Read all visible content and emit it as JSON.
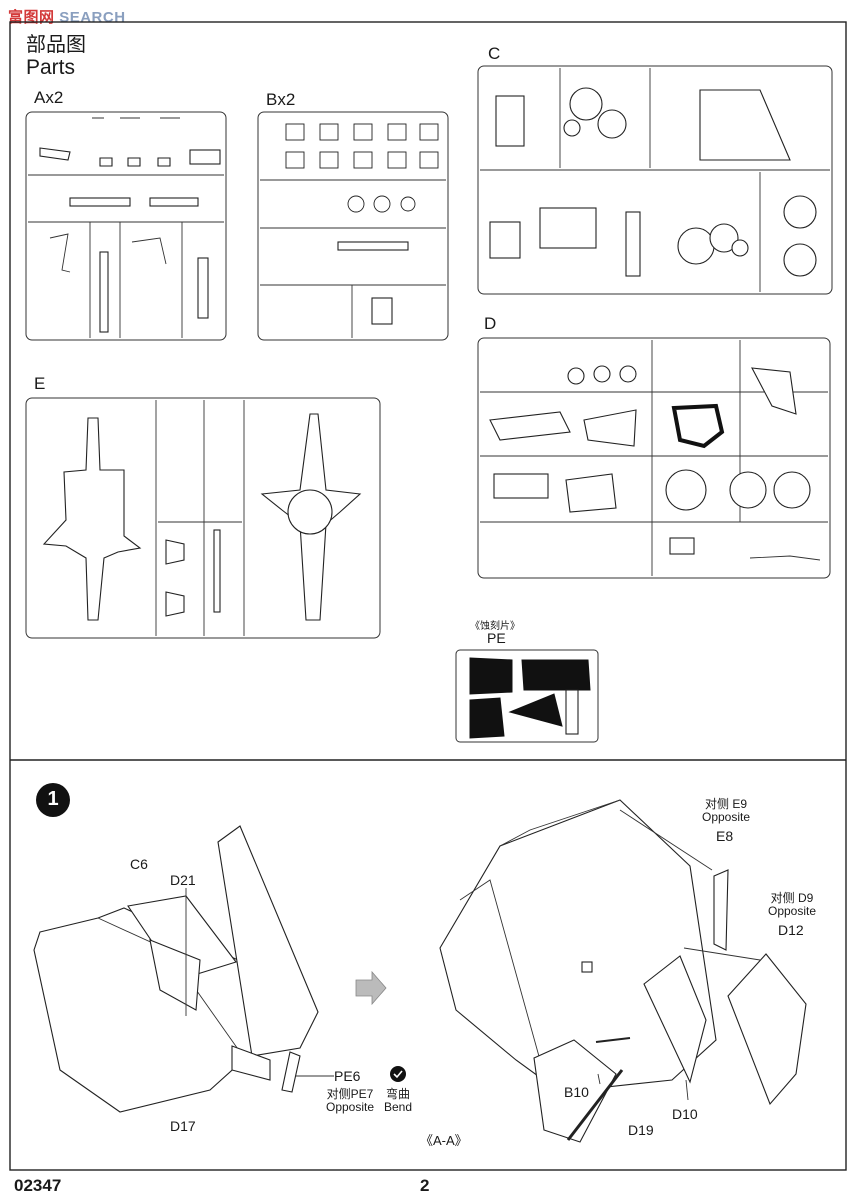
{
  "watermark": {
    "cn": "富图网",
    "en": "SEARCH"
  },
  "header": {
    "title_cn": "部品图",
    "title_en": "Parts"
  },
  "sprues": [
    {
      "id": "A",
      "label": "Ax2"
    },
    {
      "id": "B",
      "label": "Bx2"
    },
    {
      "id": "C",
      "label": "C"
    },
    {
      "id": "D",
      "label": "D"
    },
    {
      "id": "E",
      "label": "E"
    }
  ],
  "pe": {
    "caption_cn": "《蚀刻片》",
    "label": "PE"
  },
  "step": {
    "number": "1",
    "labels": {
      "c6": "C6",
      "d21": "D21",
      "d17": "D17",
      "pe6": "PE6",
      "pe7_cn": "对侧PE7",
      "pe7_en": "Opposite",
      "bend_cn": "弯曲",
      "bend_en": "Bend",
      "e9_cn": "对侧 E9",
      "e9_en": "Opposite",
      "e8": "E8",
      "d9_cn": "对侧 D9",
      "d9_en": "Opposite",
      "d12": "D12",
      "b10": "B10",
      "d10": "D10",
      "d19": "D19",
      "section": "《A-A》"
    }
  },
  "footer": {
    "code": "02347",
    "page": "2"
  }
}
